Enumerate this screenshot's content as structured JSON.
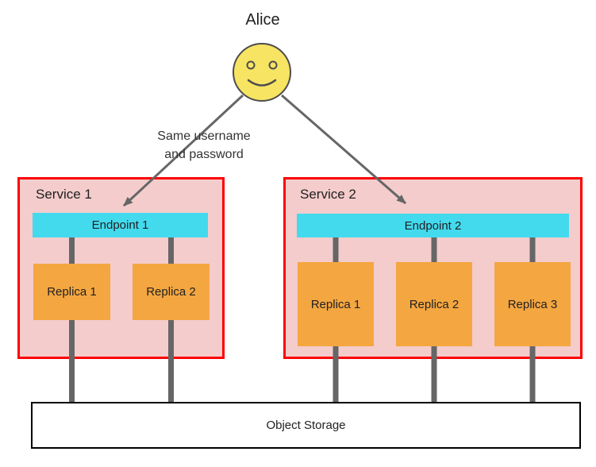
{
  "title": "Alice",
  "annotation": {
    "line1": "Same username",
    "line2": "and password"
  },
  "services": [
    {
      "label": "Service 1",
      "endpoint": "Endpoint 1",
      "replicas": [
        "Replica 1",
        "Replica 2"
      ]
    },
    {
      "label": "Service 2",
      "endpoint": "Endpoint 2",
      "replicas": [
        "Replica 1",
        "Replica 2",
        "Replica 3"
      ]
    }
  ],
  "storage": "Object Storage",
  "colors": {
    "service-fill": "#f4cccc",
    "service-border": "#ff0000",
    "endpoint-fill": "#43daee",
    "replica-fill": "#f4a640",
    "line-color": "#666666",
    "smiley-fill": "#f7e463",
    "smiley-stroke": "#4d4d4d",
    "storage-border": "#000000",
    "text-color": "#212121"
  }
}
